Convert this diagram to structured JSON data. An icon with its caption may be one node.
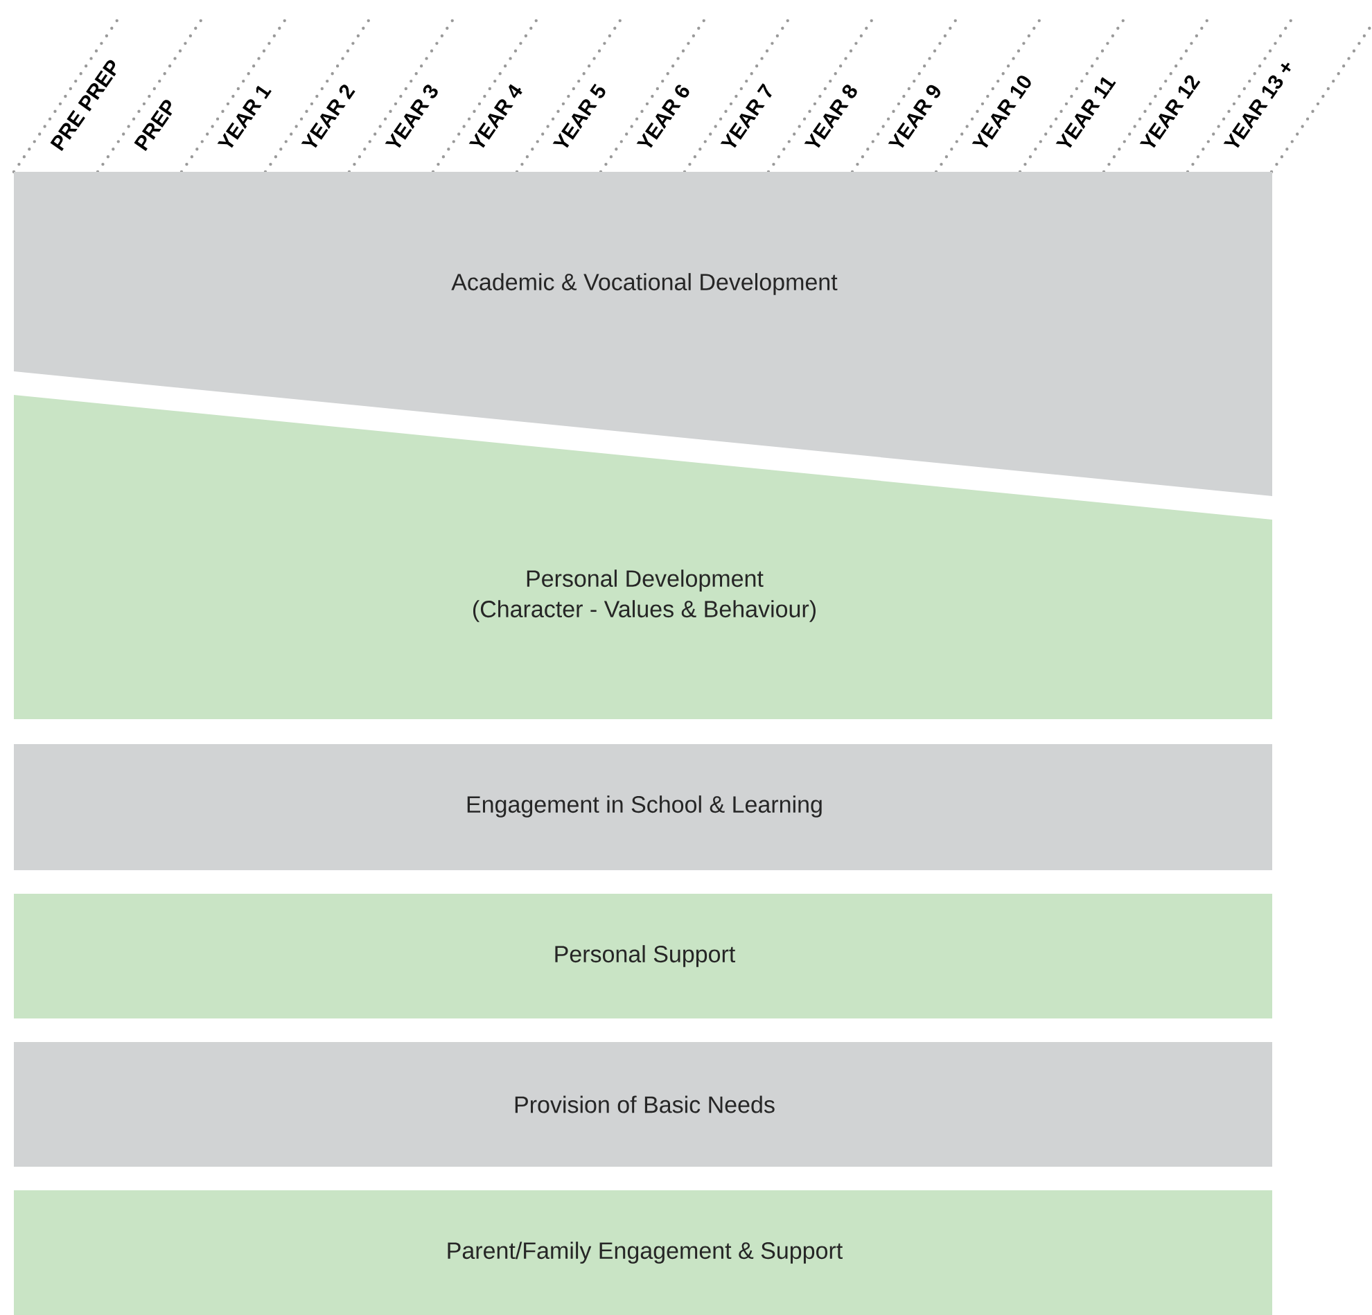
{
  "diagram": {
    "nodes": [
      {
        "text": [
          "Academic & Vocational Development"
        ]
      },
      {
        "text": [
          "Personal Development",
          "(Character - Values & Behaviour)"
        ]
      },
      {
        "text": [
          "Engagement in School & Learning"
        ]
      },
      {
        "text": [
          "Personal Support"
        ]
      },
      {
        "text": [
          "Provision of Basic Needs"
        ]
      },
      {
        "text": [
          "Parent/Family Engagement & Support"
        ]
      }
    ],
    "labels": [
      "PRE PREP",
      "PREP",
      "YEAR 1",
      "YEAR 2",
      "YEAR 3",
      "YEAR 4",
      "YEAR 5",
      "YEAR 6",
      "YEAR 7",
      "YEAR 8",
      "YEAR 9",
      "YEAR 10",
      "YEAR 11",
      "YEAR 12",
      "YEAR 13 +"
    ]
  }
}
